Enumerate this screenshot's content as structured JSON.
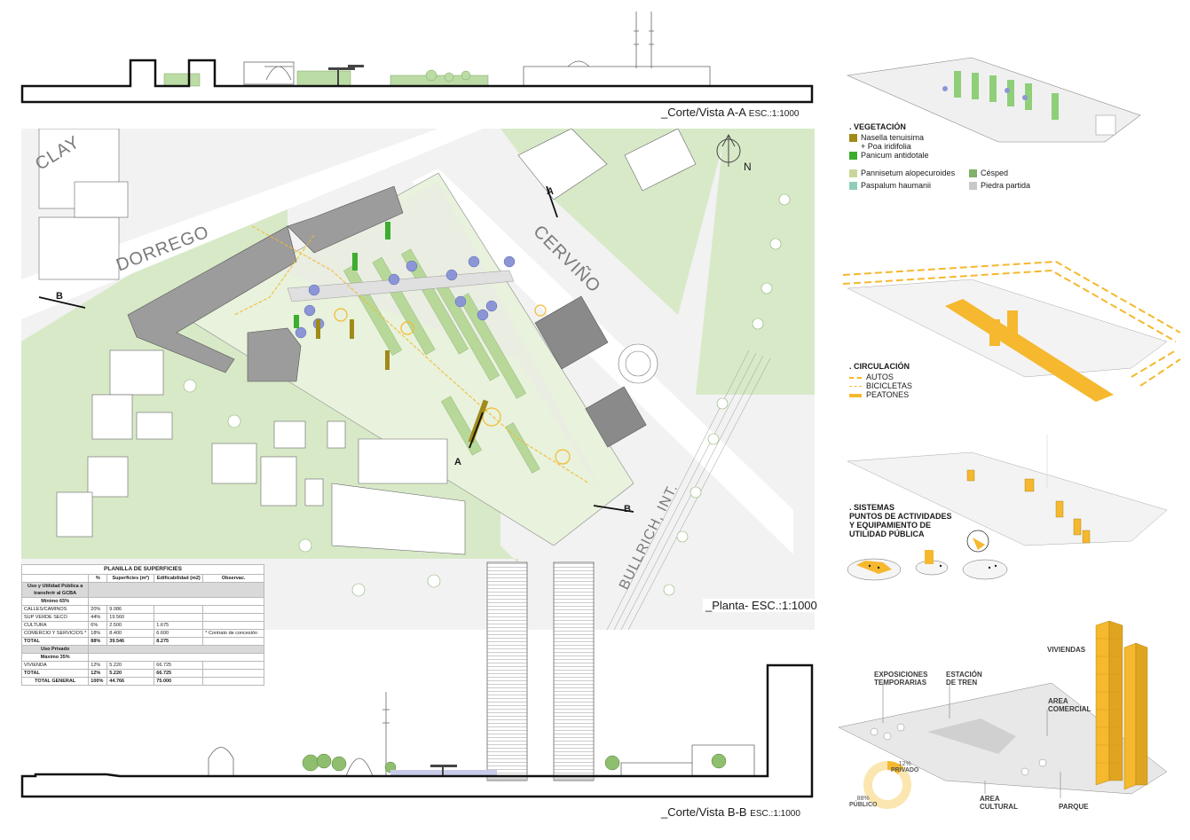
{
  "sections": {
    "aa_title": "_Corte/Vista A-A",
    "aa_scale": "ESC.:1:1000",
    "bb_title": "_Corte/Vista B-B",
    "bb_scale": "ESC.:1:1000"
  },
  "plan": {
    "title": "_Planta-",
    "scale": "ESC.:1:1000",
    "streets": {
      "clay": "CLAY",
      "dorrego": "DORREGO",
      "cervino": "CERVIÑO",
      "bullrich": "BULLRICH, INT."
    },
    "markers": {
      "a_top": "A",
      "a_bottom": "A",
      "b_left": "B",
      "b_right": "B"
    },
    "north": "N"
  },
  "table": {
    "title": "PLANILLA DE SUPERFICIES",
    "headers": [
      "",
      "%",
      "Superficies (m²)",
      "Edificabilidad (m2)",
      "Observac."
    ],
    "group1_title": "Uso y Utilidad Pública a transferir al GCBA",
    "group1_min": "Mínimo 65%",
    "rows1": [
      [
        "CALLES/CAMINOS",
        "20%",
        "9.086",
        "",
        ""
      ],
      [
        "SUP VERDE SECO",
        "44%",
        "19.560",
        "",
        ""
      ],
      [
        "CULTURA",
        "6%",
        "2.500",
        "1.675",
        ""
      ],
      [
        "COMERCIO Y SERVICIOS *",
        "18%",
        "8.400",
        "6.600",
        "* Contrato de concesión"
      ],
      [
        "TOTAL",
        "88%",
        "39.546",
        "8.275",
        ""
      ]
    ],
    "group2_title": "Uso Privado",
    "group2_max": "Máximo 35%",
    "rows2": [
      [
        "VIVIENDA",
        "12%",
        "5.220",
        "66.725",
        ""
      ],
      [
        "TOTAL",
        "12%",
        "5.220",
        "66.725",
        ""
      ]
    ],
    "total_general": [
      "TOTAL GENERAL",
      "100%",
      "44.766",
      "75.000",
      ""
    ]
  },
  "vegetacion": {
    "title": ". VEGETACIÓN",
    "items": [
      {
        "label": "Nasella tenuisima",
        "color": "#a08a1a"
      },
      {
        "label": "+ Poa iridifolia",
        "color": ""
      },
      {
        "label": "Panicum antidotale",
        "color": "#3cad2e"
      },
      {
        "label": "Pannisetum alopecuroides",
        "color": "#c9d69a"
      },
      {
        "label": "Paspalum haumanii",
        "color": "#8fcfb8"
      },
      {
        "label": "Césped",
        "color": "#7fb26a"
      },
      {
        "label": "Piedra partida",
        "color": "#c8c8c8"
      }
    ]
  },
  "circulacion": {
    "title": ". CIRCULACIÓN",
    "items": [
      "AUTOS",
      "BICICLETAS",
      "PEATONES"
    ],
    "color": "#f5b82e"
  },
  "sistemas": {
    "title": ". SISTEMAS",
    "subtitle_1": "PUNTOS DE ACTIVIDADES",
    "subtitle_2": "Y EQUIPAMIENTO DE",
    "subtitle_3": "UTILIDAD PÚBLICA"
  },
  "program": {
    "labels": {
      "exposiciones_1": "EXPOSICIONES",
      "exposiciones_2": "TEMPORARIAS",
      "estacion_1": "ESTACIÓN",
      "estacion_2": "DE TREN",
      "viviendas": "VIVIENDAS",
      "comercial_1": "AREA",
      "comercial_2": "COMERCIAL",
      "cultural_1": "AREA",
      "cultural_2": "CULTURAL",
      "parque": "PARQUE"
    },
    "donut": {
      "privado_pct": "12%",
      "privado_label": "PRIVADO",
      "publico_pct": "88%",
      "publico_label": "PÚBLICO",
      "privado_value": 12,
      "publico_value": 88
    }
  },
  "colors": {
    "accent": "#f5b82e",
    "green": "#d8e9c8",
    "grass": "#c5dfb3",
    "gray": "#9a9a9a"
  }
}
